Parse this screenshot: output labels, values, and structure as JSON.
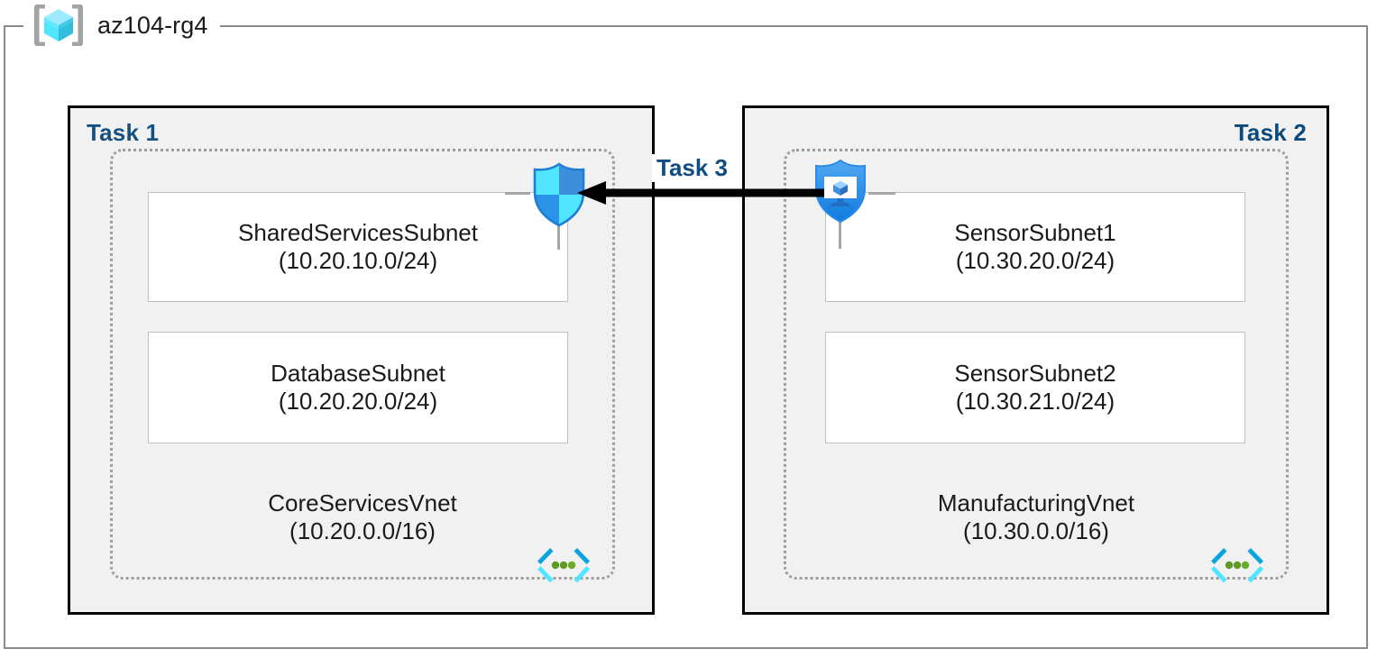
{
  "resource_group": {
    "name": "az104-rg4",
    "icon": "resource-group-cube-icon"
  },
  "groups": [
    {
      "label": "Task 1",
      "vnet": {
        "name": "CoreServicesVnet",
        "cidr": "(10.20.0.0/16)",
        "icon": "virtual-network-icon",
        "subnets": [
          {
            "name": "SharedServicesSubnet",
            "cidr": "(10.20.10.0/24)"
          },
          {
            "name": "DatabaseSubnet",
            "cidr": "(10.20.20.0/24)"
          }
        ]
      },
      "service_icon": "azure-firewall-shield-icon"
    },
    {
      "label": "Task 2",
      "vnet": {
        "name": "ManufacturingVnet",
        "cidr": "(10.30.0.0/16)",
        "icon": "virtual-network-icon",
        "subnets": [
          {
            "name": "SensorSubnet1",
            "cidr": "(10.30.20.0/24)"
          },
          {
            "name": "SensorSubnet2",
            "cidr": "(10.30.21.0/24)"
          }
        ]
      },
      "service_icon": "azure-bastion-shield-icon"
    }
  ],
  "connection": {
    "label": "Task 3",
    "direction": "right-to-left",
    "icon": "peering-arrow-icon"
  },
  "colors": {
    "task_label": "#0f4c81",
    "group_fill": "#f1f1f1",
    "group_border": "#000000",
    "vnet_border": "#9d9d9d",
    "subnet_fill": "#ffffff",
    "subnet_border": "#bfbfbf",
    "arrow": "#000000",
    "azure_blue": "#0078d4",
    "azure_cyan": "#50e6ff",
    "vnet_dot_green": "#5e9b24"
  }
}
